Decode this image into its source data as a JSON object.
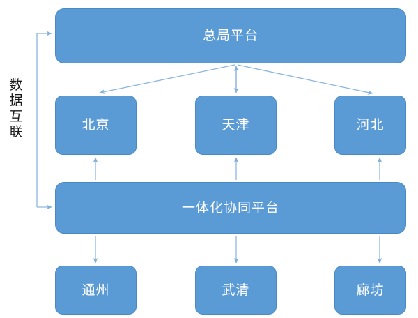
{
  "diagram": {
    "side_label": {
      "text": "数据互联",
      "chars": [
        "数",
        "据",
        "互",
        "联"
      ]
    },
    "colors": {
      "node_fill": "#5b9bd5",
      "node_border": "#4a8ac4",
      "node_text": "#ffffff",
      "connector": "#8cb6de",
      "label_text": "#1a1a1a",
      "background": "#ffffff"
    },
    "nodes": {
      "top_platform": {
        "label": "总局平台"
      },
      "region_beijing": {
        "label": "北京"
      },
      "region_tianjin": {
        "label": "天津"
      },
      "region_hebei": {
        "label": "河北"
      },
      "integrated_platform": {
        "label": "一体化协同平台"
      },
      "district_tongzhou": {
        "label": "通州"
      },
      "district_wuqing": {
        "label": "武清"
      },
      "district_langfang": {
        "label": "廊坊"
      }
    }
  }
}
